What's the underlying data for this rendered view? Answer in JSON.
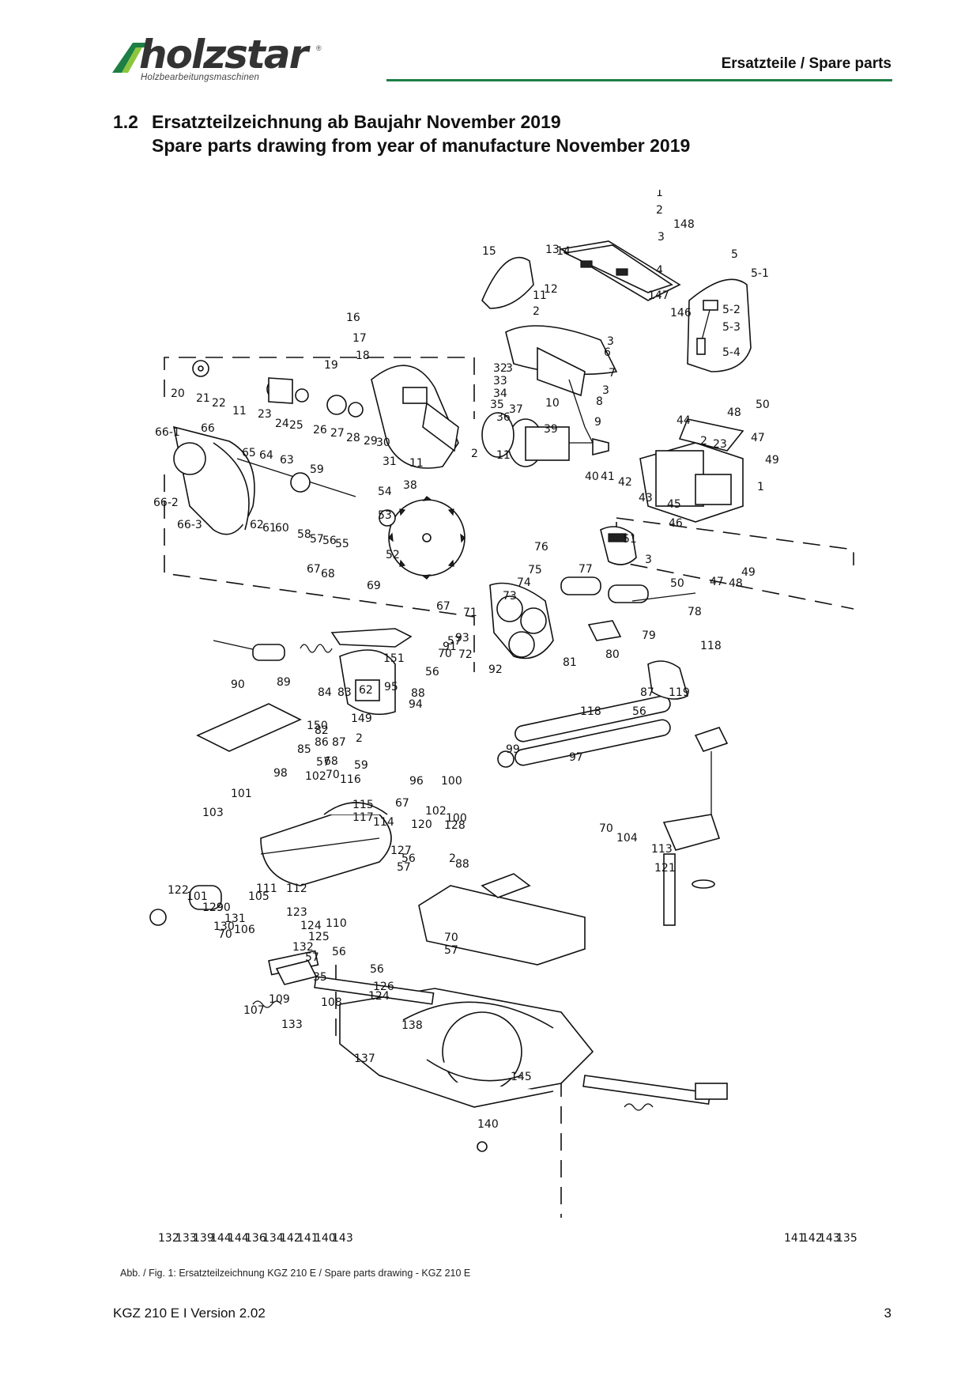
{
  "header": {
    "logo_word": "holzstar",
    "logo_reg": "®",
    "logo_subtitle": "Holzbearbeitungsmaschinen",
    "section": "Ersatzteile / Spare parts"
  },
  "title": {
    "number": "1.2",
    "line_de": "Ersatzteilzeichnung ab Baujahr November 2019",
    "line_en": "Spare parts drawing from year of manufacture November 2019"
  },
  "figure": {
    "caption": "Abb. / Fig. 1: Ersatzteilzeichnung KGZ 210 E / Spare parts drawing - KGZ 210 E",
    "part_labels": [
      "1",
      "2",
      "148",
      "3",
      "4",
      "5",
      "5-1",
      "5-2",
      "5-3",
      "5-4",
      "13",
      "14",
      "15",
      "147",
      "146",
      "11",
      "12",
      "2",
      "3",
      "6",
      "7",
      "3",
      "8",
      "9",
      "16",
      "17",
      "18",
      "19",
      "32",
      "33",
      "34",
      "35",
      "36",
      "37",
      "39",
      "10",
      "3",
      "20",
      "21",
      "22",
      "11",
      "23",
      "24",
      "25",
      "26",
      "27",
      "28",
      "29",
      "30",
      "31",
      "38",
      "11",
      "2",
      "11",
      "40",
      "41",
      "42",
      "43",
      "44",
      "2",
      "23",
      "48",
      "50",
      "47",
      "49",
      "45",
      "1",
      "46",
      "51",
      "3",
      "49",
      "47",
      "48",
      "50",
      "66-1",
      "66",
      "65",
      "64",
      "63",
      "59",
      "66-2",
      "66-3",
      "62",
      "61",
      "60",
      "58",
      "57",
      "56",
      "55",
      "54",
      "53",
      "52",
      "76",
      "75",
      "74",
      "77",
      "73",
      "71",
      "78",
      "79",
      "80",
      "81",
      "67",
      "68",
      "69",
      "67",
      "57",
      "70",
      "56",
      "72",
      "93",
      "92",
      "91",
      "90",
      "89",
      "150",
      "149",
      "151",
      "84",
      "83",
      "82",
      "94",
      "95",
      "88",
      "62",
      "2",
      "87",
      "86",
      "85",
      "68",
      "67",
      "120",
      "2",
      "88",
      "118",
      "119",
      "87",
      "118",
      "56",
      "99",
      "57",
      "70",
      "116",
      "59",
      "96",
      "100",
      "97",
      "101",
      "103",
      "98",
      "102",
      "115",
      "117",
      "114",
      "102",
      "100",
      "128",
      "127",
      "56",
      "57",
      "70",
      "104",
      "113",
      "121",
      "122",
      "101",
      "129",
      "90",
      "105",
      "111",
      "112",
      "123",
      "124",
      "125",
      "131",
      "130",
      "70",
      "106",
      "132",
      "110",
      "56",
      "57",
      "35",
      "108",
      "109",
      "107",
      "133",
      "70",
      "57",
      "56",
      "126",
      "124",
      "138",
      "137",
      "145",
      "140",
      "141",
      "142",
      "143",
      "135",
      "132",
      "133",
      "139",
      "144",
      "144",
      "136",
      "134",
      "142",
      "141",
      "140",
      "143"
    ]
  },
  "footer": {
    "model_version": "KGZ 210 E I Version 2.02",
    "page_number": "3"
  },
  "colors": {
    "accent_green": "#1e7f45",
    "logo_green": "#1e7f45"
  }
}
